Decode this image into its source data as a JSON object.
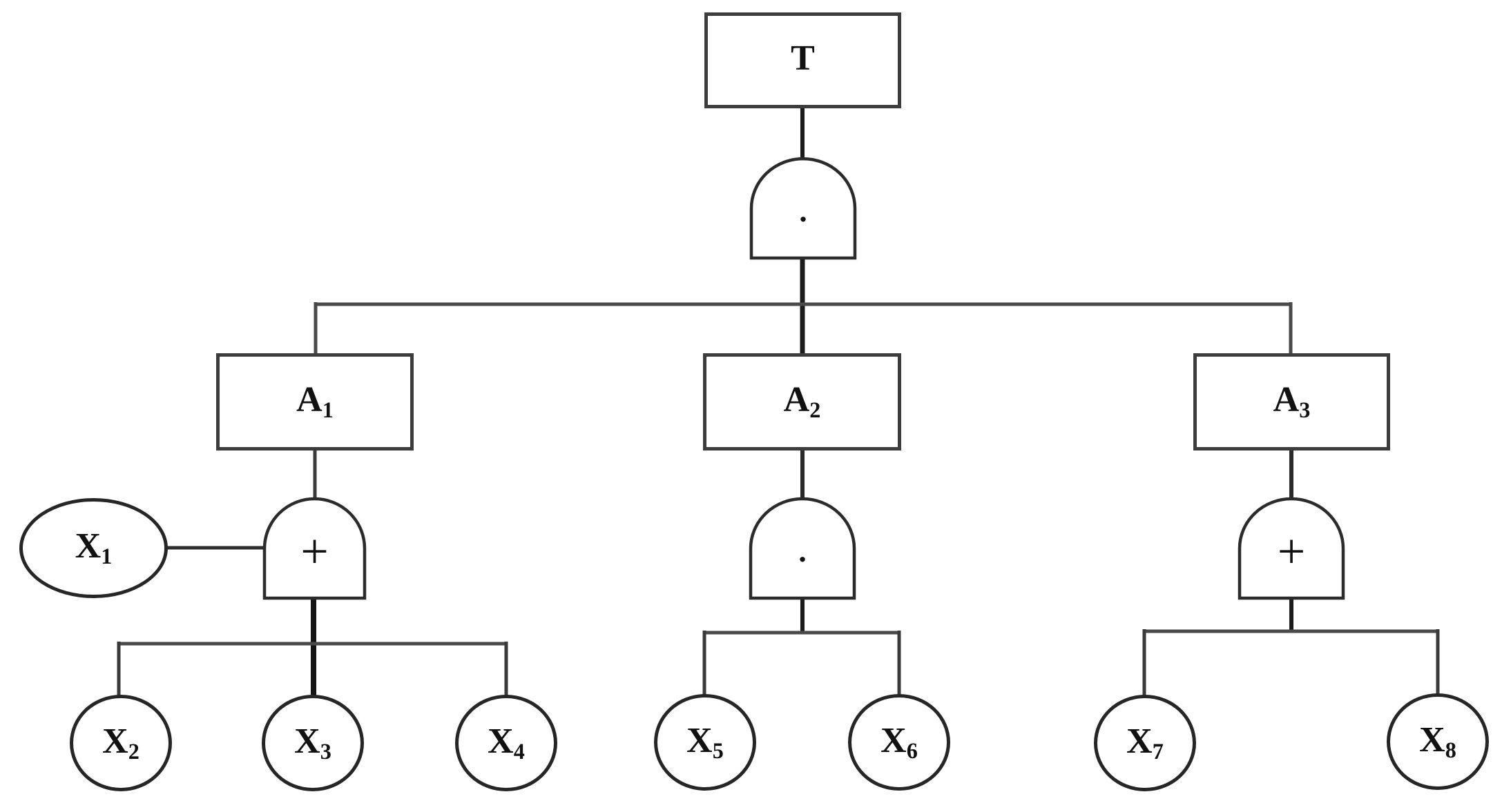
{
  "diagram_type": "fault-tree",
  "nodes": {
    "t": {
      "base": "T",
      "sub": ""
    },
    "a1": {
      "base": "A",
      "sub": "1"
    },
    "a2": {
      "base": "A",
      "sub": "2"
    },
    "a3": {
      "base": "A",
      "sub": "3"
    },
    "x1": {
      "base": "X",
      "sub": "1"
    },
    "x2": {
      "base": "X",
      "sub": "2"
    },
    "x3": {
      "base": "X",
      "sub": "3"
    },
    "x4": {
      "base": "X",
      "sub": "4"
    },
    "x5": {
      "base": "X",
      "sub": "5"
    },
    "x6": {
      "base": "X",
      "sub": "6"
    },
    "x7": {
      "base": "X",
      "sub": "7"
    },
    "x8": {
      "base": "X",
      "sub": "8"
    }
  },
  "gates": {
    "top": {
      "symbol": "·",
      "kind": "AND"
    },
    "a1": {
      "symbol": "+",
      "kind": "OR"
    },
    "a2": {
      "symbol": "·",
      "kind": "AND"
    },
    "a3": {
      "symbol": "+",
      "kind": "OR"
    }
  },
  "colors": {
    "background": "#ffffff",
    "line": "#4a4a4a",
    "thick_line": "#161616",
    "shape_border": "#2b2b2b",
    "text": "#111111"
  }
}
